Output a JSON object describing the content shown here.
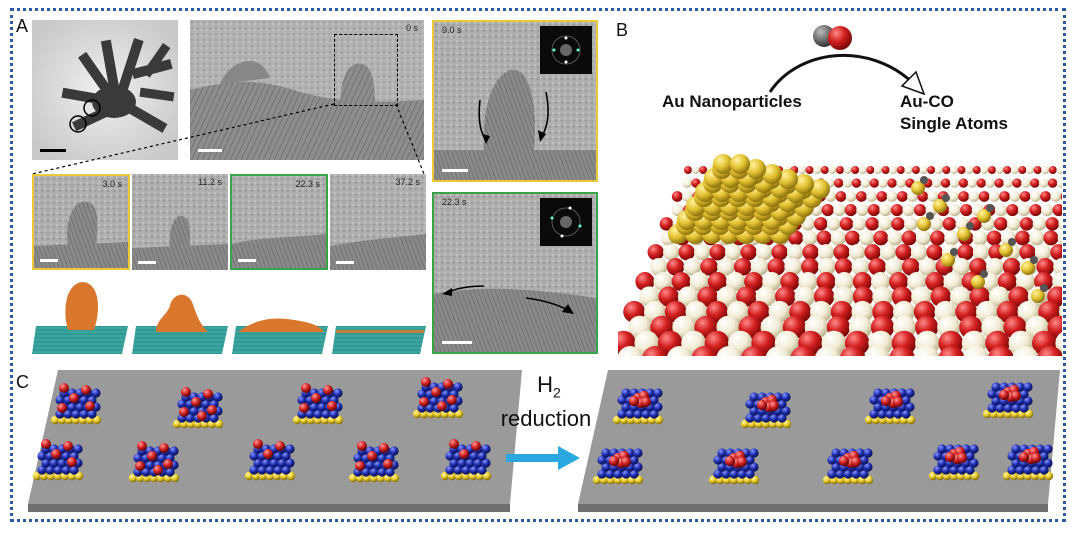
{
  "panels": {
    "a": {
      "letter": "A",
      "timestamps": {
        "main": "0 s",
        "inset_top": "9.0 s",
        "inset_bottom": "22.3 s",
        "frame1": "3.0 s",
        "frame2": "11.2 s",
        "frame3": "22.3 s",
        "frame4": "37.2 s"
      }
    },
    "b": {
      "letter": "B",
      "label_left": "Au Nanoparticles",
      "label_right_line1": "Au-CO",
      "label_right_line2": "Single Atoms"
    },
    "c": {
      "letter": "C",
      "reagent_main": "H",
      "reagent_sub": "2",
      "reagent_line2": "reduction"
    }
  },
  "colors": {
    "frame_border": "#2d5aa6",
    "highlight_yellow": "#e8c93a",
    "highlight_green": "#3aa34a",
    "arrow_blue": "#2aa8e0",
    "au_gold": "#e3c230",
    "oxide_red": "#d42020",
    "oxide_cream": "#f2ecd6",
    "cluster_blue": "#1f2fb0",
    "cluster_red": "#cf1f1f",
    "cluster_yellow": "#e6c928",
    "substrate_gray": "#9a9a9a",
    "nanoparticle_orange": "#d9772d",
    "support_teal": "#3aa6a0"
  },
  "icons": [
    "co-molecule-icon",
    "curved-arrow-icon",
    "right-arrow-icon"
  ]
}
